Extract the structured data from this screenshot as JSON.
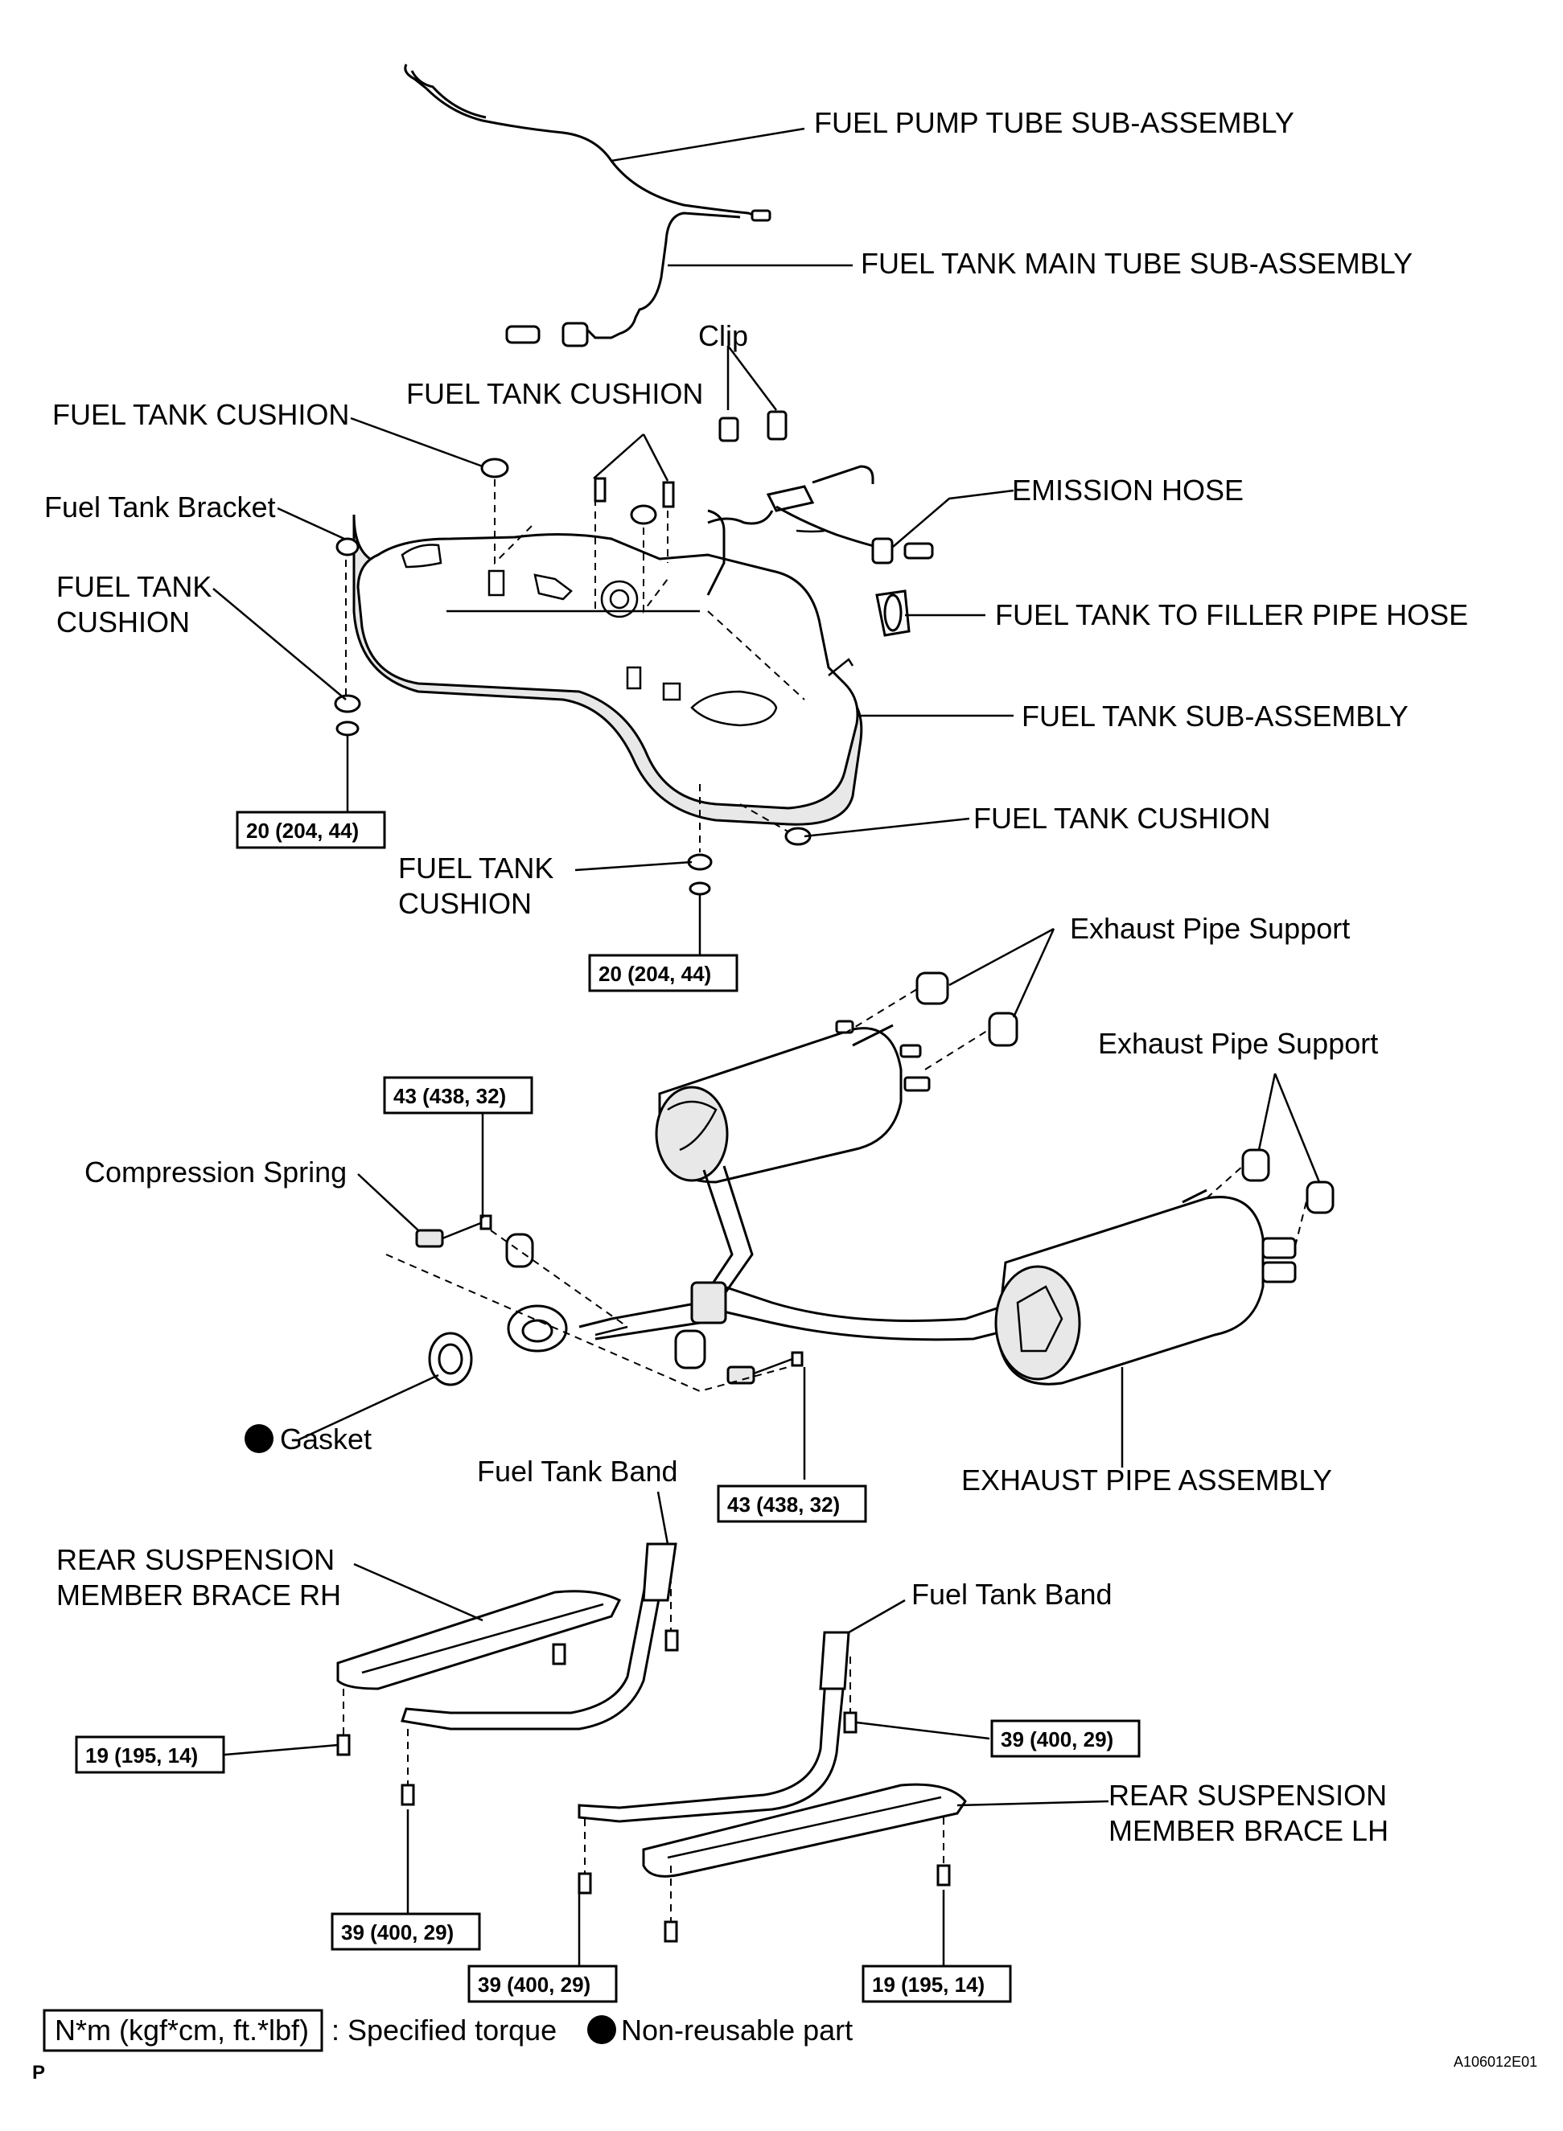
{
  "labels": {
    "fuel_pump_tube": "FUEL PUMP TUBE SUB-ASSEMBLY",
    "fuel_tank_main_tube": "FUEL TANK MAIN TUBE SUB-ASSEMBLY",
    "clip": "Clip",
    "fuel_tank_cushion_top": "FUEL TANK CUSHION",
    "fuel_tank_cushion_left": "FUEL TANK CUSHION",
    "fuel_tank_bracket": "Fuel Tank Bracket",
    "emission_hose": "EMISSION HOSE",
    "fuel_tank_cushion_side_1": "FUEL TANK",
    "fuel_tank_cushion_side_2": "CUSHION",
    "filler_pipe_hose": "FUEL TANK TO FILLER PIPE HOSE",
    "fuel_tank_sub_assembly": "FUEL TANK SUB-ASSEMBLY",
    "fuel_tank_cushion_right": "FUEL TANK CUSHION",
    "fuel_tank_cushion_bottom_1": "FUEL TANK",
    "fuel_tank_cushion_bottom_2": "CUSHION",
    "exhaust_support_1": "Exhaust Pipe Support",
    "exhaust_support_2": "Exhaust Pipe Support",
    "compression_spring": "Compression Spring",
    "gasket": "Gasket",
    "fuel_tank_band_1": "Fuel Tank Band",
    "exhaust_pipe_assembly": "EXHAUST PIPE ASSEMBLY",
    "rear_brace_rh_1": "REAR SUSPENSION",
    "rear_brace_rh_2": "MEMBER BRACE RH",
    "fuel_tank_band_2": "Fuel Tank Band",
    "rear_brace_lh_1": "REAR SUSPENSION",
    "rear_brace_lh_2": "MEMBER BRACE LH"
  },
  "torques": {
    "tank_left": "20 (204, 44)",
    "tank_bottom": "20 (204, 44)",
    "exhaust_upper": "43 (438, 32)",
    "exhaust_lower": "43 (438, 32)",
    "band_right": "39 (400, 29)",
    "brace_rh": "19 (195, 14)",
    "band_left": "39 (400, 29)",
    "band_lower": "39 (400, 29)",
    "brace_lh": "19 (195, 14)"
  },
  "legend": {
    "torque_unit": "N*m (kgf*cm, ft.*lbf)",
    "torque_text": ": Specified torque",
    "non_reusable": "Non-reusable part"
  },
  "page_marker": "P",
  "figure_id": "A106012E01"
}
